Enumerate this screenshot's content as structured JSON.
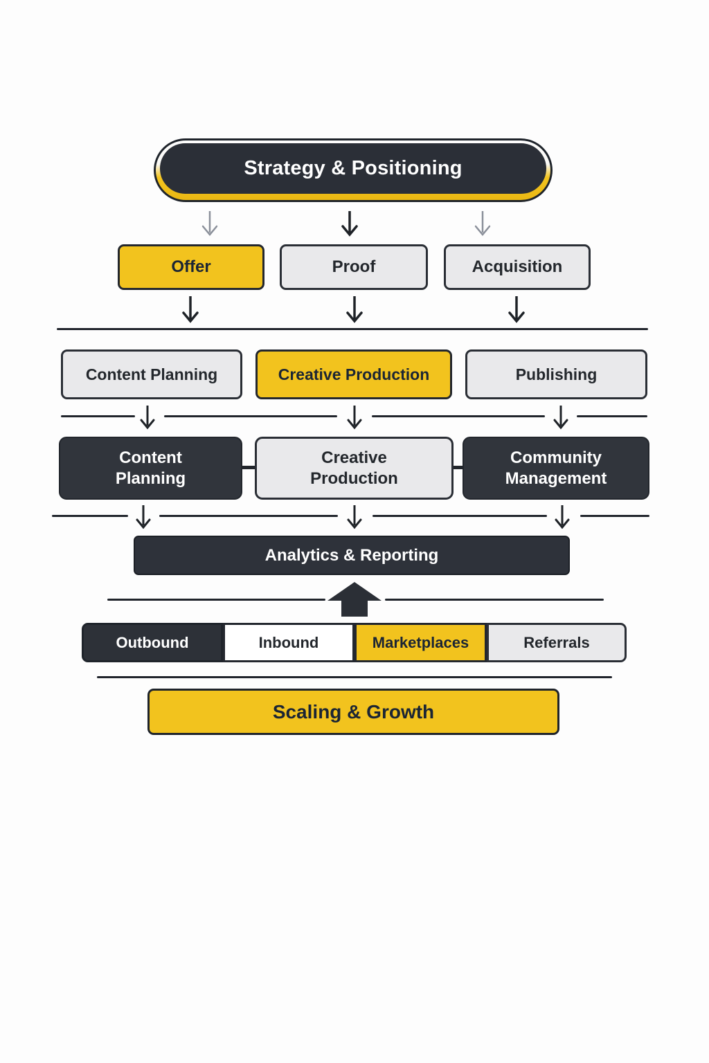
{
  "title": "Strategy & Positioning funnel diagram",
  "colors": {
    "accent_yellow": "#f2c31e",
    "dark": "#2d3138",
    "light_gray": "#e9e9eb",
    "text_navy": "#1b2534",
    "line": "#20242b",
    "arrow_gray": "#8b909a",
    "arrow_black": "#1e2227"
  },
  "top": {
    "label": "Strategy & Positioning",
    "variant": "dark-pill-yellow-ring"
  },
  "row_pillars": [
    {
      "label": "Offer",
      "variant": "yellow"
    },
    {
      "label": "Proof",
      "variant": "light"
    },
    {
      "label": "Acquisition",
      "variant": "light"
    }
  ],
  "row_workflow": [
    {
      "label": "Content Planning",
      "variant": "light"
    },
    {
      "label": "Creative Production",
      "variant": "yellow"
    },
    {
      "label": "Publishing",
      "variant": "light"
    }
  ],
  "row_ops": [
    {
      "label": "Content\nPlanning",
      "variant": "dark"
    },
    {
      "label": "Creative\nProduction",
      "variant": "light"
    },
    {
      "label": "Community\nManagement",
      "variant": "dark"
    }
  ],
  "analytics": {
    "label": "Analytics & Reporting",
    "variant": "dark"
  },
  "channels": [
    {
      "label": "Outbound",
      "variant": "dark"
    },
    {
      "label": "Inbound",
      "variant": "white"
    },
    {
      "label": "Marketplaces",
      "variant": "yellow"
    },
    {
      "label": "Referrals",
      "variant": "light"
    }
  ],
  "bottom": {
    "label": "Scaling & Growth",
    "variant": "yellow"
  }
}
